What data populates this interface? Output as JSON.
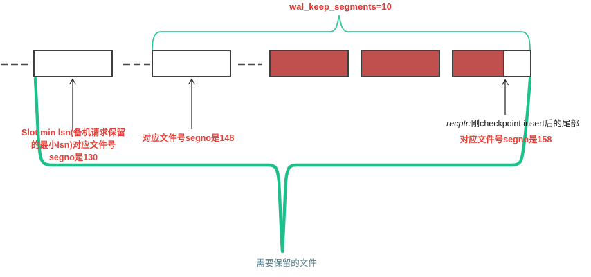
{
  "diagram": {
    "title": "wal_keep_segments=10",
    "colors": {
      "accent_teal": "#1fbf8c",
      "label_red": "#e6413a",
      "segment_fill_red": "#c0504d",
      "box_border": "#3f3f3f",
      "bottom_label_teal_gray": "#4d7e8c"
    },
    "segments": [
      {
        "name": "segment-130",
        "state": "empty"
      },
      {
        "name": "segment-148",
        "state": "empty"
      },
      {
        "name": "segment-filled-1",
        "state": "full"
      },
      {
        "name": "segment-filled-2",
        "state": "full"
      },
      {
        "name": "segment-158",
        "state": "partial"
      }
    ],
    "labels": {
      "slot_min_lsn": {
        "line1": "Slot min lsn(备机请求保留",
        "line2": "的最小lsn)对应文件号",
        "line3": "segno是130"
      },
      "segno_148": "对应文件号segno是148",
      "recptr_prefix": "recptr:",
      "recptr_text": "刚checkpoint insert后的尾部",
      "segno_158": "对应文件号segno是158",
      "bottom_brace_label": "需要保留的文件"
    }
  }
}
